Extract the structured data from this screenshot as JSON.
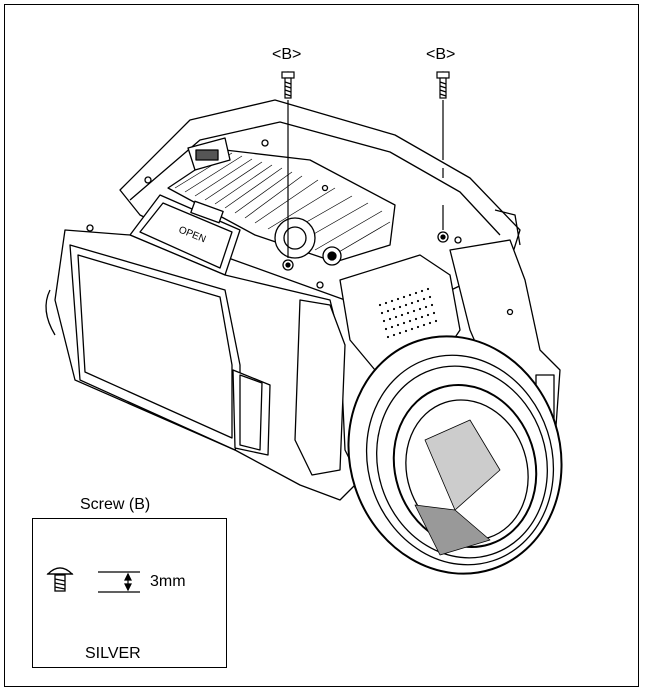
{
  "callouts": {
    "screw_left": "<B>",
    "screw_right": "<B>"
  },
  "camera_markings": {
    "lid_text": "OPEN"
  },
  "legend": {
    "title": "Screw (B)",
    "dimension": "3mm",
    "finish": "SILVER"
  }
}
